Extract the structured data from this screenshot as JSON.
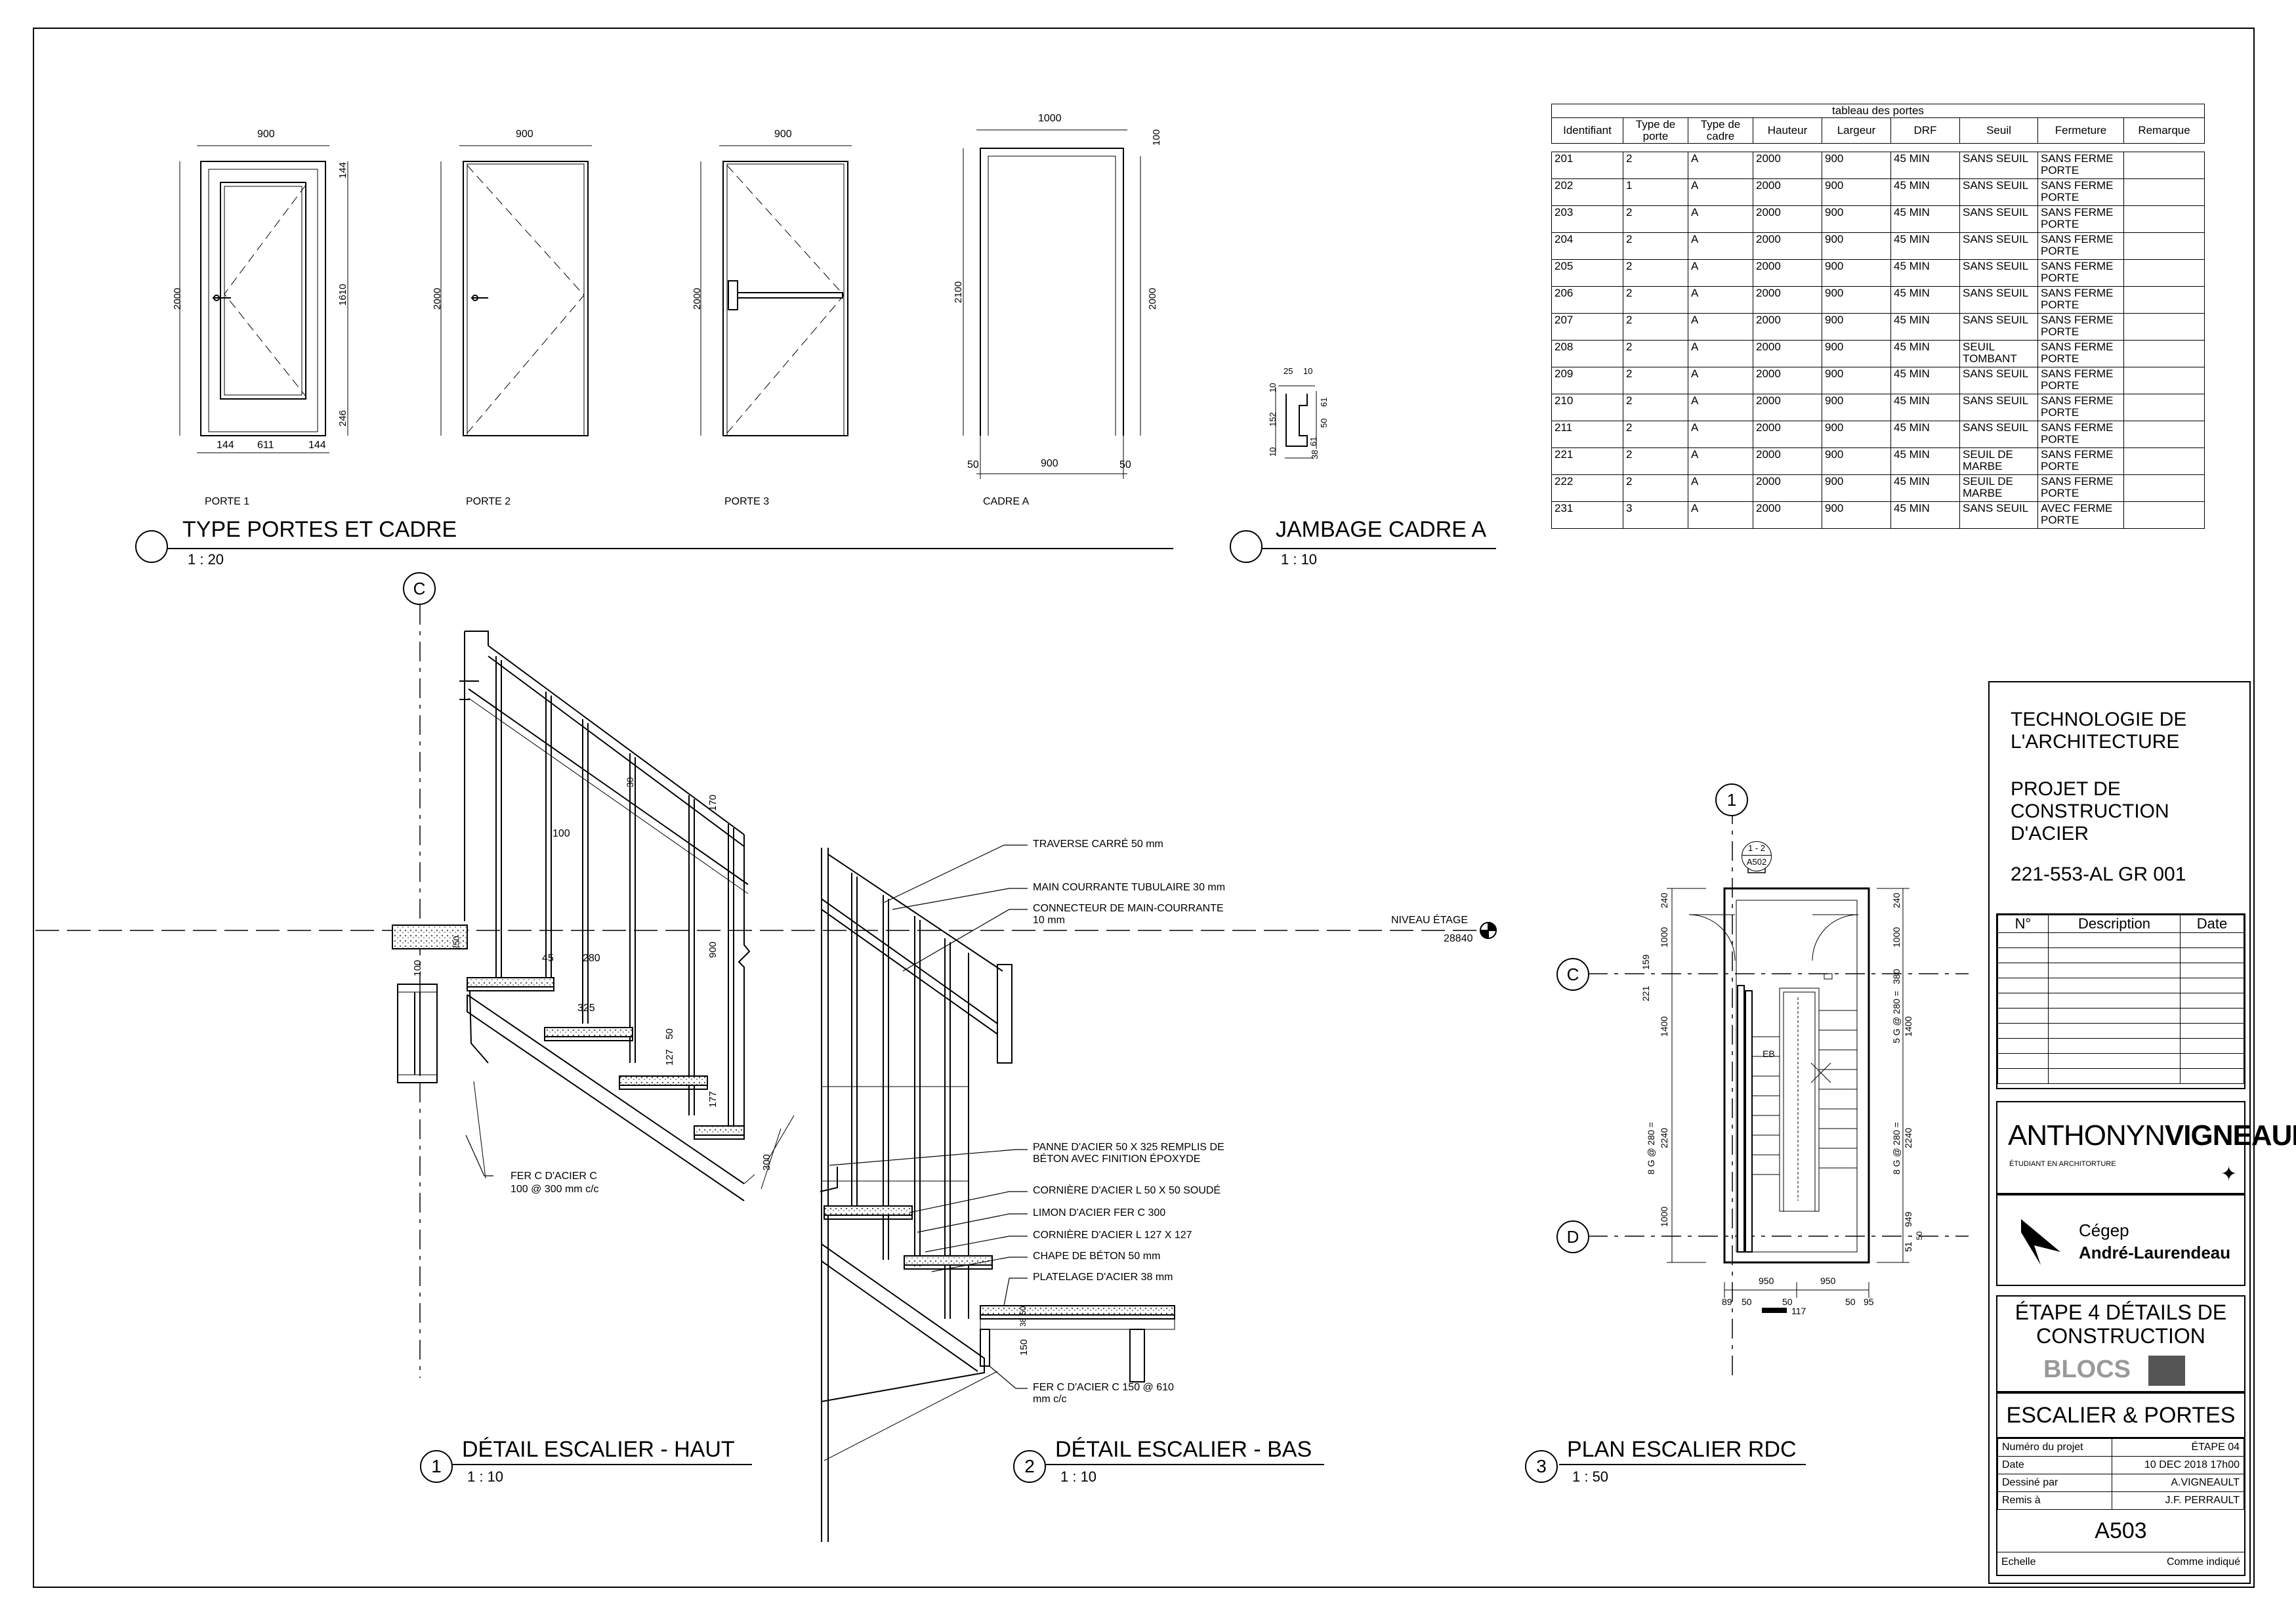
{
  "doors": {
    "labels": [
      "PORTE 1",
      "PORTE 2",
      "PORTE 3",
      "CADRE A"
    ],
    "dims": {
      "w900": "900",
      "w1000": "1000",
      "h2000": "2000",
      "h2100": "2100",
      "d144": "144",
      "d611": "611",
      "d1610": "1610",
      "d246": "246",
      "d100": "100",
      "d50": "50"
    }
  },
  "jamb_dims": [
    "25",
    "10",
    "10",
    "152",
    "10",
    "61",
    "50",
    "61",
    "38"
  ],
  "views": {
    "types": {
      "title": "TYPE  PORTES ET CADRE",
      "scale": "1 : 20"
    },
    "jamb": {
      "title": "JAMBAGE CADRE A",
      "scale": "1 : 10"
    },
    "haut": {
      "number": "1",
      "title": "DÉTAIL ESCALIER - HAUT",
      "scale": "1 : 10"
    },
    "bas": {
      "number": "2",
      "title": "DÉTAIL ESCALIER - BAS",
      "scale": "1 : 10"
    },
    "plan": {
      "number": "3",
      "title": "PLAN ESCALIER RDC",
      "scale": "1 : 50"
    }
  },
  "grid": {
    "c": "C",
    "d": "D",
    "one": "1",
    "ref_top": "1 - 2",
    "ref_bot": "A502"
  },
  "level": {
    "name": "NIVEAU ÉTAGE",
    "value": "28840"
  },
  "stair_haut_dims": [
    "100",
    "30",
    "170",
    "900",
    "45",
    "280",
    "325",
    "127",
    "50",
    "177",
    "300",
    "100",
    "250"
  ],
  "stair_haut_notes": {
    "fer_c": "FER C D'ACIER C",
    "fer_c2": "100 @ 300 mm c/c"
  },
  "stair_bas_notes": [
    "TRAVERSE CARRÉ 50 mm",
    "MAIN COURRANTE TUBULAIRE 30 mm",
    "CONNECTEUR DE MAIN-COURRANTE",
    "10 mm",
    "PANNE D'ACIER 50 X 325 REMPLIS DE",
    "BÉTON AVEC FINITION ÉPOXYDE",
    "CORNIÈRE D'ACIER L 50 X 50 SOUDÉ",
    "LIMON D'ACIER FER C 300",
    "CORNIÈRE D'ACIER L 127 X 127",
    "CHAPE DE BÉTON 50 mm",
    "PLATELAGE D'ACIER 38 mm",
    "FER C D'ACIER C 150 @ 610",
    "mm c/c"
  ],
  "stair_bas_dims": [
    "150",
    "38",
    "50"
  ],
  "plan_dims": {
    "left": [
      "240",
      "1000",
      "159",
      "221",
      "1400",
      "8 G @ 280 =",
      "2240",
      "1000"
    ],
    "right": [
      "240",
      "1000",
      "380",
      "5 G @ 280 =",
      "1400",
      "8 G @ 280 =",
      "2240",
      "949",
      "51",
      "50"
    ],
    "bottom": [
      "950",
      "950",
      "89",
      "50",
      "50",
      "50",
      "95",
      "117"
    ],
    "eb": "EB"
  },
  "door_table": {
    "caption": "tableau des portes",
    "headers": [
      "Identifiant",
      "Type de porte",
      "Type de cadre",
      "Hauteur",
      "Largeur",
      "DRF",
      "Seuil",
      "Fermeture",
      "Remarque"
    ],
    "rows": [
      [
        "201",
        "2",
        "A",
        "2000",
        "900",
        "45 MIN",
        "SANS SEUIL",
        "SANS FERME PORTE",
        ""
      ],
      [
        "202",
        "1",
        "A",
        "2000",
        "900",
        "45 MIN",
        "SANS SEUIL",
        "SANS FERME PORTE",
        ""
      ],
      [
        "203",
        "2",
        "A",
        "2000",
        "900",
        "45 MIN",
        "SANS SEUIL",
        "SANS FERME PORTE",
        ""
      ],
      [
        "204",
        "2",
        "A",
        "2000",
        "900",
        "45 MIN",
        "SANS SEUIL",
        "SANS FERME PORTE",
        ""
      ],
      [
        "205",
        "2",
        "A",
        "2000",
        "900",
        "45 MIN",
        "SANS SEUIL",
        "SANS FERME PORTE",
        ""
      ],
      [
        "206",
        "2",
        "A",
        "2000",
        "900",
        "45 MIN",
        "SANS SEUIL",
        "SANS FERME PORTE",
        ""
      ],
      [
        "207",
        "2",
        "A",
        "2000",
        "900",
        "45 MIN",
        "SANS SEUIL",
        "SANS FERME PORTE",
        ""
      ],
      [
        "208",
        "2",
        "A",
        "2000",
        "900",
        "45 MIN",
        "SEUIL TOMBANT",
        "SANS FERME PORTE",
        ""
      ],
      [
        "209",
        "2",
        "A",
        "2000",
        "900",
        "45 MIN",
        "SANS SEUIL",
        "SANS FERME PORTE",
        ""
      ],
      [
        "210",
        "2",
        "A",
        "2000",
        "900",
        "45 MIN",
        "SANS SEUIL",
        "SANS FERME PORTE",
        ""
      ],
      [
        "211",
        "2",
        "A",
        "2000",
        "900",
        "45 MIN",
        "SANS SEUIL",
        "SANS FERME PORTE",
        ""
      ],
      [
        "221",
        "2",
        "A",
        "2000",
        "900",
        "45 MIN",
        "SEUIL DE MARBE",
        "SANS FERME PORTE",
        ""
      ],
      [
        "222",
        "2",
        "A",
        "2000",
        "900",
        "45 MIN",
        "SEUIL DE MARBE",
        "SANS FERME PORTE",
        ""
      ],
      [
        "231",
        "3",
        "A",
        "2000",
        "900",
        "45 MIN",
        "SANS SEUIL",
        "AVEC FERME PORTE",
        ""
      ]
    ]
  },
  "title_block": {
    "program": "TECHNOLOGIE DE L'ARCHITECTURE",
    "project": "PROJET DE CONSTRUCTION D'ACIER",
    "course": "221-553-AL GR 001",
    "rev_headers": [
      "N°",
      "Description",
      "Date"
    ],
    "author_first": "ANTHONYN",
    "author_last": "VIGNEAULT",
    "author_sub": "ÉTUDIANT EN ARCHITORTURE",
    "school_1": "Cégep",
    "school_2": "André-Laurendeau",
    "stage": "ÉTAPE 4 DÉTAILS DE CONSTRUCTION",
    "blocs": "BLOCS",
    "sheet_title": "ESCALIER & PORTES",
    "info": [
      [
        "Numéro du projet",
        "ÉTAPE 04"
      ],
      [
        "Date",
        "10 DEC 2018 17h00"
      ],
      [
        "Dessiné par",
        "A.VIGNEAULT"
      ],
      [
        "Remis à",
        "J.F. PERRAULT"
      ]
    ],
    "sheet_number": "A503",
    "scale_label": "Echelle",
    "scale_value": "Comme indiqué"
  },
  "colors": {
    "line": "#000000",
    "dashed": "#444444",
    "hatch": "#888888"
  }
}
